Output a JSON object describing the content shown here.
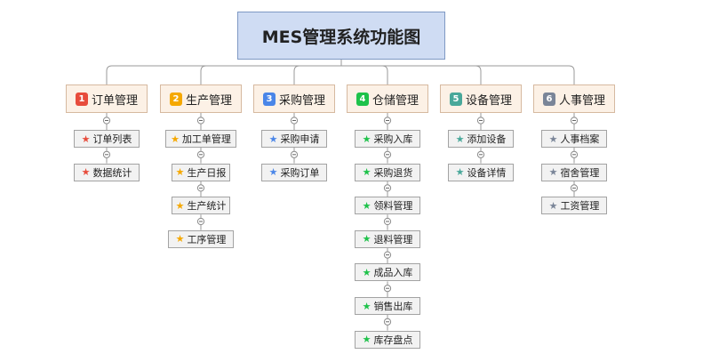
{
  "root": {
    "title": "MES管理系统功能图"
  },
  "categories": [
    {
      "num": "1",
      "label": "订单管理",
      "color": "#e74c3c",
      "items": [
        "订单列表",
        "数据统计"
      ]
    },
    {
      "num": "2",
      "label": "生产管理",
      "color": "#f5a800",
      "items": [
        "加工单管理",
        "生产日报",
        "生产统计",
        "工序管理"
      ]
    },
    {
      "num": "3",
      "label": "采购管理",
      "color": "#4a86e8",
      "items": [
        "采购申请",
        "采购订单"
      ]
    },
    {
      "num": "4",
      "label": "仓储管理",
      "color": "#1ec24a",
      "items": [
        "采购入库",
        "采购退货",
        "领料管理",
        "退料管理",
        "成品入库",
        "销售出库",
        "库存盘点"
      ]
    },
    {
      "num": "5",
      "label": "设备管理",
      "color": "#49a89a",
      "items": [
        "添加设备",
        "设备详情"
      ]
    },
    {
      "num": "6",
      "label": "人事管理",
      "color": "#7a8598",
      "items": [
        "人事档案",
        "宿舍管理",
        "工资管理"
      ]
    }
  ]
}
